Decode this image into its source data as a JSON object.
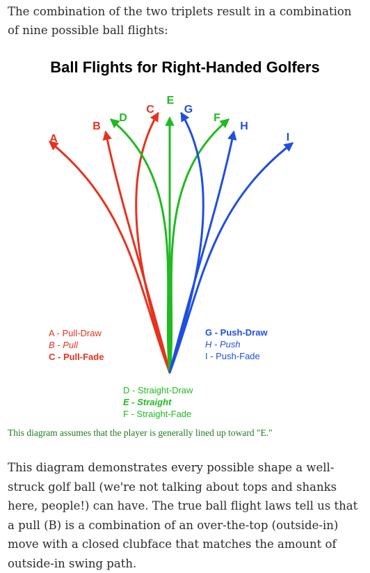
{
  "intro_text": "The combination of the two triplets result in a combination of nine possible ball flights:",
  "diagram": {
    "title": "Ball Flights for Right-Handed Golfers",
    "colors": {
      "pull": "#e8321e",
      "straight": "#1fba1f",
      "push": "#1f4fe0"
    },
    "flight_labels": {
      "A": "A",
      "B": "B",
      "C": "C",
      "D": "D",
      "E": "E",
      "F": "F",
      "G": "G",
      "H": "H",
      "I": "I"
    },
    "legend": {
      "pull": [
        "A - Pull-Draw",
        "B - Pull",
        "C - Pull-Fade"
      ],
      "straight": [
        "D - Straight-Draw",
        "E - Straight",
        "F - Straight-Fade"
      ],
      "push": [
        "G - Push-Draw",
        "H - Push",
        "I - Push-Fade"
      ]
    },
    "caption": "This diagram assumes that the player is generally lined up toward \"E.\""
  },
  "body_text": "This diagram demonstrates every possible shape a well-struck golf ball (we're not talking about tops and shanks here, people!) can have. The true ball flight laws tell us that a pull (B) is a combination of an over-the-top (outside-in) move with a closed clubface that matches the amount of outside-in swing path."
}
